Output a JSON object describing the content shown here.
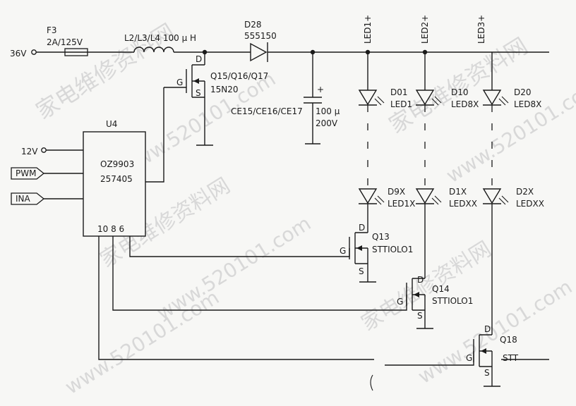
{
  "watermark": {
    "text_a": "家电维修资料网",
    "text_b": "www.520101.com"
  },
  "supply": {
    "v36": "36V",
    "v12": "12V"
  },
  "fuse": {
    "ref": "F3",
    "rating": "2A/125V"
  },
  "inductor": {
    "ref": "L2/L3/L4",
    "value": "100 μ H"
  },
  "diode_main": {
    "ref": "D28",
    "part": "555150"
  },
  "mosfet_main": {
    "ref": "Q15/Q16/Q17",
    "part": "15N20",
    "pin_d": "D",
    "pin_g": "G",
    "pin_s": "S"
  },
  "capacitor": {
    "ref": "CE15/CE16/CE17",
    "value": "100 μ",
    "voltage": "200V",
    "polarity": "+"
  },
  "ic": {
    "ref": "U4",
    "line1": "OZ9903",
    "line2": "257405",
    "pins": "10 8 6"
  },
  "inputs": {
    "pwm": "PWM",
    "ina": "INA"
  },
  "strings": [
    {
      "rail": "LED1+",
      "top_ref": "D01",
      "top_led": "LED1",
      "bot_ref": "D9X",
      "bot_led": "LED1X"
    },
    {
      "rail": "LED2+",
      "top_ref": "D10",
      "top_led": "LED8X",
      "bot_ref": "D1X",
      "bot_led": "LEDXX"
    },
    {
      "rail": "LED3+",
      "top_ref": "D20",
      "top_led": "LED8X",
      "bot_ref": "D2X",
      "bot_led": "LEDXX"
    }
  ],
  "q13": {
    "ref": "Q13",
    "part": "STTIOLO1",
    "pin_d": "D",
    "pin_g": "G",
    "pin_s": "S"
  },
  "q14": {
    "ref": "Q14",
    "part": "STTIOLO1",
    "pin_d": "D",
    "pin_g": "G",
    "pin_s": "S"
  },
  "q18": {
    "ref": "Q18",
    "part": "STT",
    "pin_d": "D",
    "pin_g": "G",
    "pin_s": "S"
  }
}
